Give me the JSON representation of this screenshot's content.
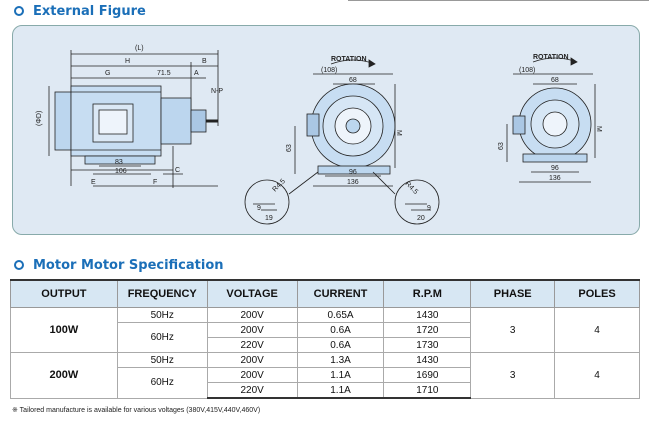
{
  "section1": {
    "title": "External Figure"
  },
  "section2": {
    "title": "Motor Motor Specification"
  },
  "figure": {
    "side": {
      "L": "(L)",
      "H": "H",
      "B": "B",
      "G": "G",
      "d715": "71.5",
      "A": "A",
      "NP": "N-P",
      "phiD": "(ΦD)",
      "d83": "83",
      "d106": "106",
      "C": "C",
      "E": "E",
      "F": "F"
    },
    "front1": {
      "rotation": "ROTATION",
      "d108": "(108)",
      "d68": "68",
      "d63": "63",
      "d96": "96",
      "d136": "136",
      "M": "M",
      "R45": "R4.5",
      "d9": "9",
      "d19": "19"
    },
    "front2": {
      "rotation": "ROTATION",
      "d108": "(108)",
      "d68": "68",
      "d63": "63",
      "d96": "96",
      "d136": "136",
      "M": "M",
      "R45": "R4.5",
      "d9": "9",
      "d20": "20"
    }
  },
  "table": {
    "headers": [
      "OUTPUT",
      "FREQUENCY",
      "VOLTAGE",
      "CURRENT",
      "R.P.M",
      "PHASE",
      "POLES"
    ],
    "groups": [
      {
        "output": "100W",
        "phase": "3",
        "poles": "4",
        "rows": [
          {
            "freq": "50Hz",
            "voltage": "200V",
            "current": "0.65A",
            "rpm": "1430"
          },
          {
            "freq": "60Hz",
            "voltage": "200V",
            "current": "0.6A",
            "rpm": "1720"
          },
          {
            "freq": "",
            "voltage": "220V",
            "current": "0.6A",
            "rpm": "1730"
          }
        ]
      },
      {
        "output": "200W",
        "phase": "3",
        "poles": "4",
        "rows": [
          {
            "freq": "50Hz",
            "voltage": "200V",
            "current": "1.3A",
            "rpm": "1430"
          },
          {
            "freq": "60Hz",
            "voltage": "200V",
            "current": "1.1A",
            "rpm": "1690"
          },
          {
            "freq": "",
            "voltage": "220V",
            "current": "1.1A",
            "rpm": "1710"
          }
        ]
      }
    ]
  },
  "note": "※ Tailored manufacture is available for various voltages (380V,415V,440V,460V)"
}
